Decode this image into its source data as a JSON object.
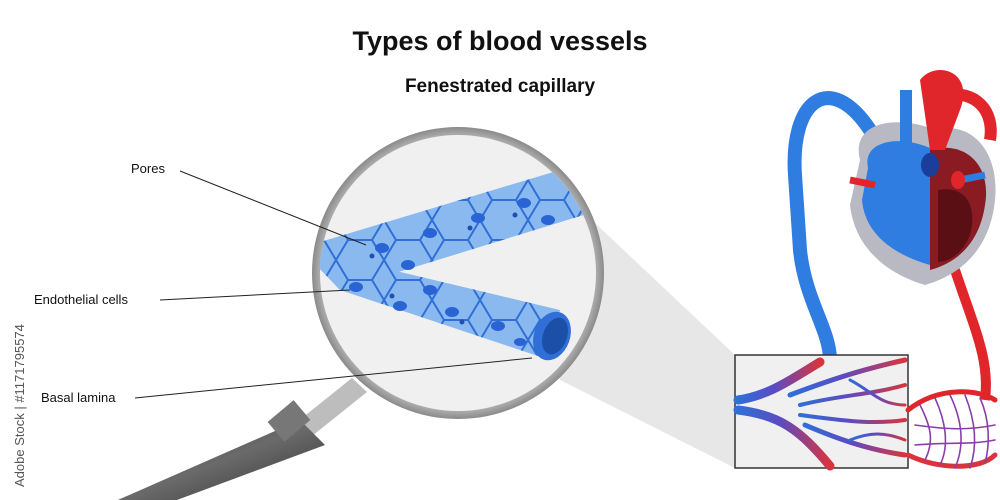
{
  "title": "Types of blood vessels",
  "subtitle": "Fenestrated capillary",
  "labels": {
    "pores": "Pores",
    "endothelial": "Endothelial cells",
    "basal": "Basal lamina"
  },
  "stock_id": "Adobe Stock | #1171795574",
  "colors": {
    "vein": "#2f7de1",
    "artery": "#e0262b",
    "capillary_fill": "#8ab9f0",
    "cell_border": "#2f6fd6",
    "nucleus": "#2a63d4",
    "lens_rim": "#9a9a9a",
    "handle": "#555555"
  }
}
